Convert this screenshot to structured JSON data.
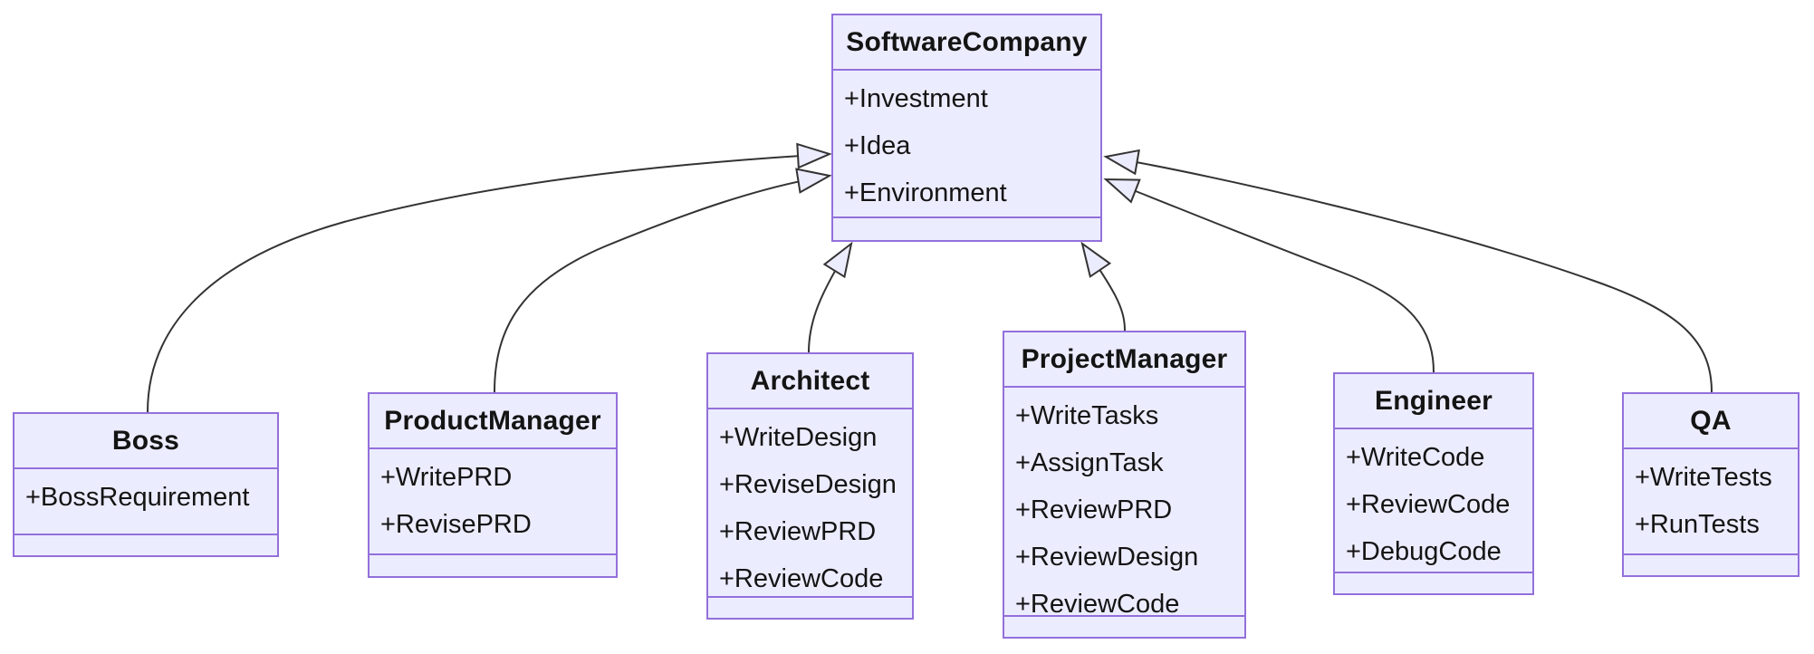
{
  "diagram": {
    "type": "uml-class-diagram"
  },
  "colors": {
    "node_fill": "#ECECFF",
    "node_border": "#9370DB",
    "edge": "#333333",
    "text": "#141414",
    "background": "#FFFFFF"
  },
  "classes": [
    {
      "id": "SoftwareCompany",
      "name": "SoftwareCompany",
      "attributes": [
        "+Investment",
        "+Idea",
        "+Environment"
      ],
      "methods": []
    },
    {
      "id": "Boss",
      "name": "Boss",
      "attributes": [
        "+BossRequirement"
      ],
      "methods": []
    },
    {
      "id": "ProductManager",
      "name": "ProductManager",
      "attributes": [
        "+WritePRD",
        "+RevisePRD"
      ],
      "methods": []
    },
    {
      "id": "Architect",
      "name": "Architect",
      "attributes": [
        "+WriteDesign",
        "+ReviseDesign",
        "+ReviewPRD",
        "+ReviewCode"
      ],
      "methods": []
    },
    {
      "id": "ProjectManager",
      "name": "ProjectManager",
      "attributes": [
        "+WriteTasks",
        "+AssignTask",
        "+ReviewPRD",
        "+ReviewDesign",
        "+ReviewCode"
      ],
      "methods": []
    },
    {
      "id": "Engineer",
      "name": "Engineer",
      "attributes": [
        "+WriteCode",
        "+ReviewCode",
        "+DebugCode"
      ],
      "methods": []
    },
    {
      "id": "QA",
      "name": "QA",
      "attributes": [
        "+WriteTests",
        "+RunTests"
      ],
      "methods": []
    }
  ],
  "relationships": [
    {
      "from": "Boss",
      "to": "SoftwareCompany",
      "type": "inheritance"
    },
    {
      "from": "ProductManager",
      "to": "SoftwareCompany",
      "type": "inheritance"
    },
    {
      "from": "Architect",
      "to": "SoftwareCompany",
      "type": "inheritance"
    },
    {
      "from": "ProjectManager",
      "to": "SoftwareCompany",
      "type": "inheritance"
    },
    {
      "from": "Engineer",
      "to": "SoftwareCompany",
      "type": "inheritance"
    },
    {
      "from": "QA",
      "to": "SoftwareCompany",
      "type": "inheritance"
    }
  ]
}
